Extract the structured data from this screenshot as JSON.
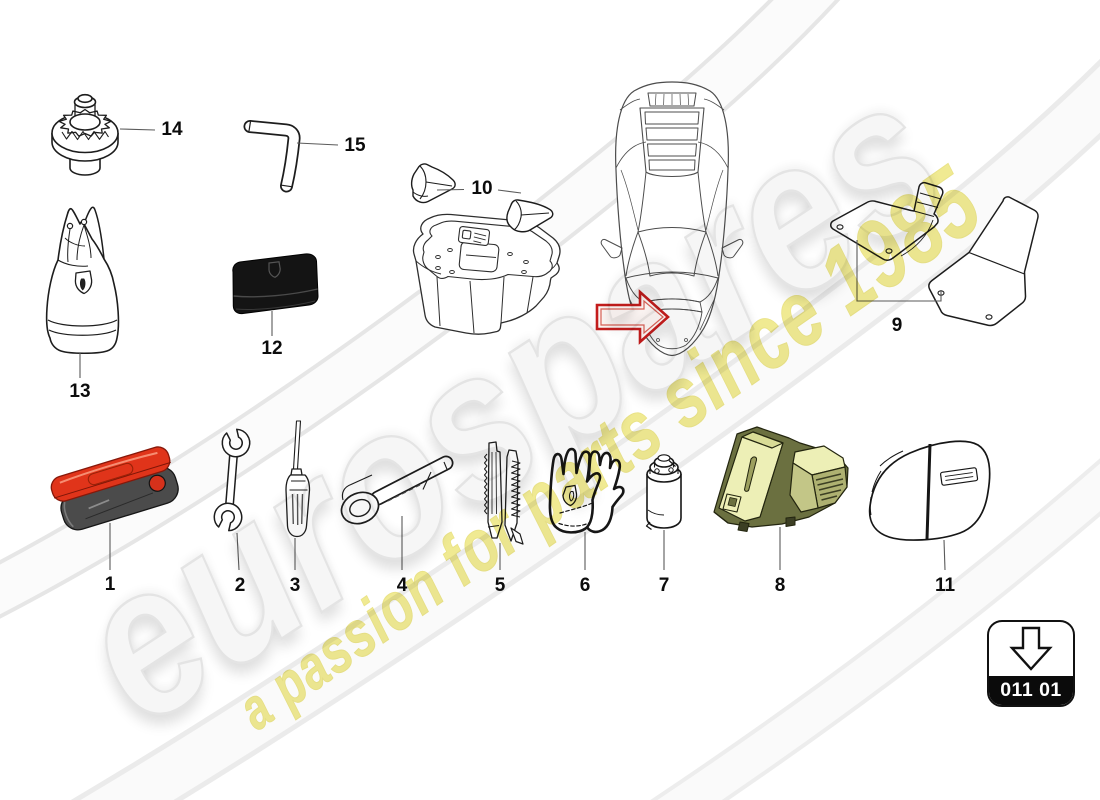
{
  "page": {
    "background_color": "#ffffff",
    "type": "vehicle-tools-parts-diagram"
  },
  "watermark": {
    "brand": "eurospares",
    "tagline": "a passion for parts since 1985",
    "brand_color": "#ededed",
    "tagline_color": "#f0ea92"
  },
  "diagram": {
    "arrow_color": "#c41c1c",
    "code_badge": {
      "code": "011 01",
      "icon": "download-arrow-icon"
    },
    "parts": [
      {
        "number": "1",
        "name": "warning-triangle"
      },
      {
        "number": "2",
        "name": "open-end-wrench"
      },
      {
        "number": "3",
        "name": "screwdriver"
      },
      {
        "number": "4",
        "name": "tow-hook"
      },
      {
        "number": "5",
        "name": "tire-tools"
      },
      {
        "number": "6",
        "name": "gloves"
      },
      {
        "number": "7",
        "name": "sealant-canister"
      },
      {
        "number": "8",
        "name": "air-compressor"
      },
      {
        "number": "9",
        "name": "floor-mats"
      },
      {
        "number": "10",
        "name": "mounting-wedges"
      },
      {
        "number": "11",
        "name": "tool-case"
      },
      {
        "number": "12",
        "name": "document-pouch"
      },
      {
        "number": "13",
        "name": "tool-bag"
      },
      {
        "number": "14",
        "name": "wheel-bolt-adapter"
      },
      {
        "number": "15",
        "name": "allen-key"
      }
    ]
  }
}
